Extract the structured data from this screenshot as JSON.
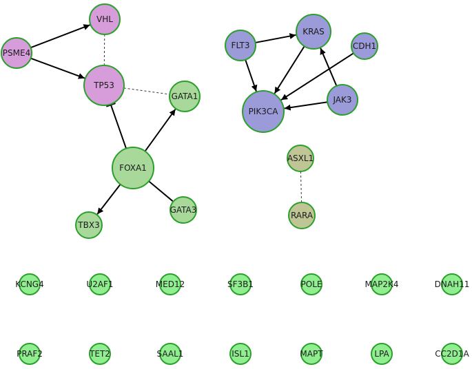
{
  "colors": {
    "node_stroke": "#2aa02a",
    "edge": "#000000",
    "dashed_edge": "#333333",
    "group_pink": "#d79ddb",
    "group_green": "#a8d89a",
    "group_blue": "#9b9bd9",
    "group_olive": "#c0c596",
    "isolated": "#90ee90"
  },
  "nodes": [
    {
      "id": "VHL",
      "label": "VHL",
      "group": "group_pink"
    },
    {
      "id": "PSME4",
      "label": "PSME4",
      "group": "group_pink"
    },
    {
      "id": "TP53",
      "label": "TP53",
      "group": "group_pink"
    },
    {
      "id": "GATA1",
      "label": "GATA1",
      "group": "group_green"
    },
    {
      "id": "FOXA1",
      "label": "FOXA1",
      "group": "group_green"
    },
    {
      "id": "TBX3",
      "label": "TBX3",
      "group": "group_green"
    },
    {
      "id": "GATA3",
      "label": "GATA3",
      "group": "group_green"
    },
    {
      "id": "FLT3",
      "label": "FLT3",
      "group": "group_blue"
    },
    {
      "id": "KRAS",
      "label": "KRAS",
      "group": "group_blue"
    },
    {
      "id": "CDH1",
      "label": "CDH1",
      "group": "group_blue"
    },
    {
      "id": "PIK3CA",
      "label": "PIK3CA",
      "group": "group_blue"
    },
    {
      "id": "JAK3",
      "label": "JAK3",
      "group": "group_blue"
    },
    {
      "id": "ASXL1",
      "label": "ASXL1",
      "group": "group_olive"
    },
    {
      "id": "RARA",
      "label": "RARA",
      "group": "group_olive"
    },
    {
      "id": "KCNG4",
      "label": "KCNG4",
      "group": "isolated"
    },
    {
      "id": "U2AF1",
      "label": "U2AF1",
      "group": "isolated"
    },
    {
      "id": "MED12",
      "label": "MED12",
      "group": "isolated"
    },
    {
      "id": "SF3B1",
      "label": "SF3B1",
      "group": "isolated"
    },
    {
      "id": "POLE",
      "label": "POLE",
      "group": "isolated"
    },
    {
      "id": "MAP2K4",
      "label": "MAP2K4",
      "group": "isolated"
    },
    {
      "id": "DNAH11",
      "label": "DNAH11",
      "group": "isolated"
    },
    {
      "id": "PRAF2",
      "label": "PRAF2",
      "group": "isolated"
    },
    {
      "id": "TET2",
      "label": "TET2",
      "group": "isolated"
    },
    {
      "id": "SAAL1",
      "label": "SAAL1",
      "group": "isolated"
    },
    {
      "id": "ISL1",
      "label": "ISL1",
      "group": "isolated"
    },
    {
      "id": "MAPT",
      "label": "MAPT",
      "group": "isolated"
    },
    {
      "id": "LPA",
      "label": "LPA",
      "group": "isolated"
    },
    {
      "id": "CC2D1A",
      "label": "CC2D1A",
      "group": "isolated"
    }
  ],
  "edges": [
    {
      "source": "PSME4",
      "target": "VHL",
      "type": "arrow"
    },
    {
      "source": "PSME4",
      "target": "TP53",
      "type": "arrow"
    },
    {
      "source": "VHL",
      "target": "TP53",
      "type": "dashed"
    },
    {
      "source": "TP53",
      "target": "GATA1",
      "type": "dashed"
    },
    {
      "source": "FOXA1",
      "target": "TP53",
      "type": "inhibit"
    },
    {
      "source": "FOXA1",
      "target": "GATA1",
      "type": "arrow"
    },
    {
      "source": "FOXA1",
      "target": "TBX3",
      "type": "arrow"
    },
    {
      "source": "FOXA1",
      "target": "GATA3",
      "type": "line"
    },
    {
      "source": "FLT3",
      "target": "KRAS",
      "type": "arrow"
    },
    {
      "source": "FLT3",
      "target": "PIK3CA",
      "type": "arrow"
    },
    {
      "source": "KRAS",
      "target": "PIK3CA",
      "type": "arrow"
    },
    {
      "source": "CDH1",
      "target": "PIK3CA",
      "type": "arrow"
    },
    {
      "source": "JAK3",
      "target": "KRAS",
      "type": "arrow"
    },
    {
      "source": "JAK3",
      "target": "PIK3CA",
      "type": "arrow"
    },
    {
      "source": "ASXL1",
      "target": "RARA",
      "type": "dashed"
    }
  ]
}
